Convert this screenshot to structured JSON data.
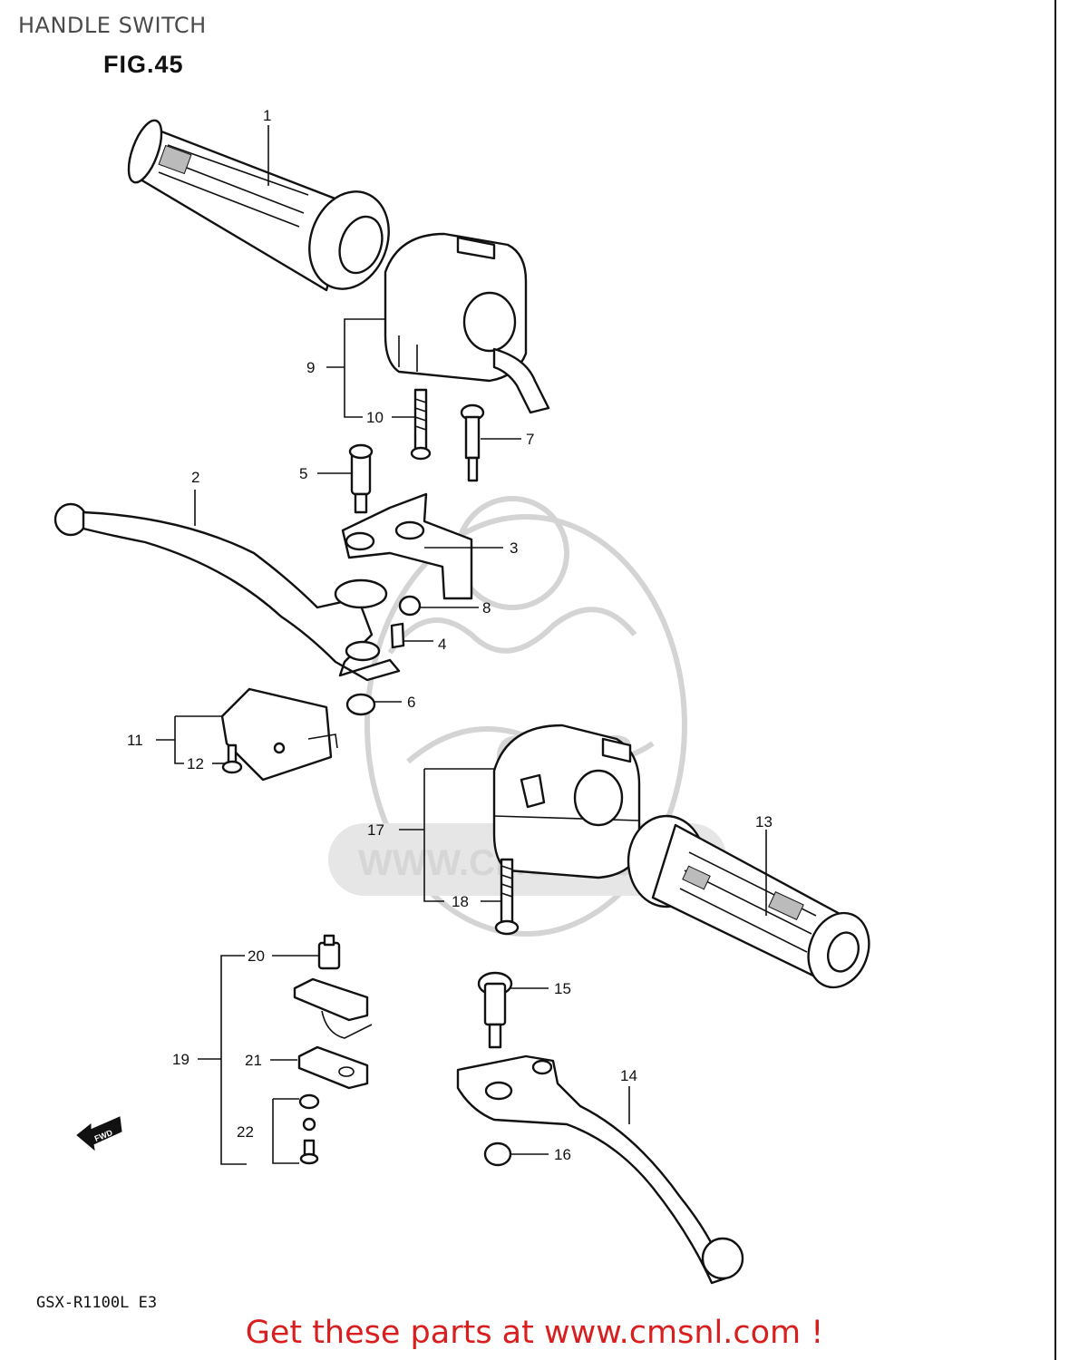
{
  "header": {
    "title": "HANDLE SWITCH",
    "figure": "FIG.45"
  },
  "footer": {
    "model": "GSX-R1100L E3",
    "promo": "Get these parts at www.cmsnl.com !"
  },
  "watermark": {
    "brand": "CMS",
    "url": "WWW.CMSNL.COM"
  },
  "callouts": {
    "c1": "1",
    "c2": "2",
    "c3": "3",
    "c4": "4",
    "c5": "5",
    "c6": "6",
    "c7": "7",
    "c8": "8",
    "c9": "9",
    "c10": "10",
    "c11": "11",
    "c12": "12",
    "c13": "13",
    "c14": "14",
    "c15": "15",
    "c16": "16",
    "c17": "17",
    "c18": "18",
    "c19": "19",
    "c20": "20",
    "c21": "21",
    "c22": "22"
  },
  "icons": {
    "fwd_arrow": "fwd-arrow-icon"
  }
}
